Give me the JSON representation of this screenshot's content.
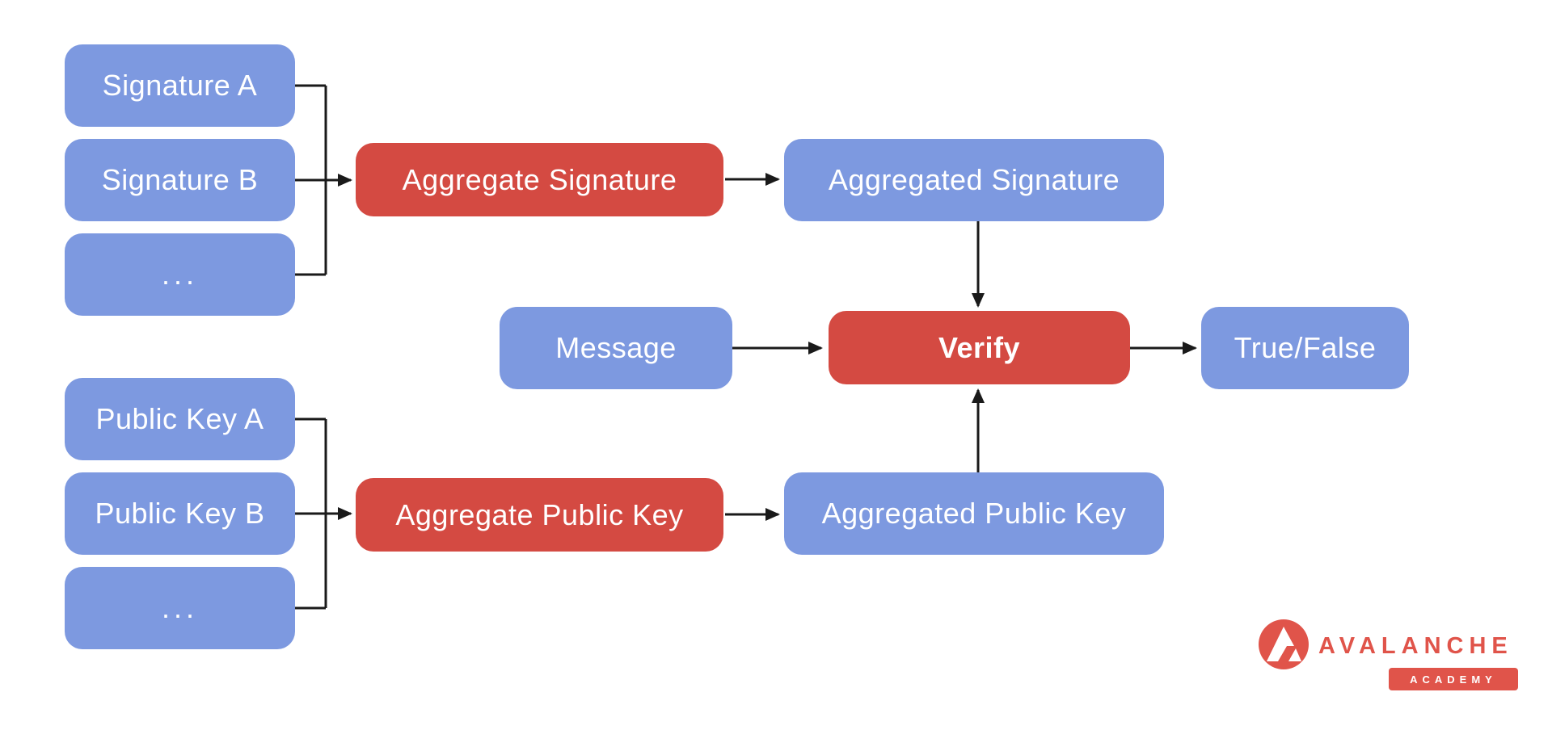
{
  "diagram_type": "flowchart",
  "colors": {
    "data_node_blue": "#7D99E0",
    "operation_node_red": "#D44A42",
    "node_text": "#FFFFFF",
    "connector": "#1A1A1A",
    "background": "#FFFFFF",
    "logo_red": "#E0544A"
  },
  "nodes": {
    "signature_a": {
      "label": "Signature A",
      "kind": "data"
    },
    "signature_b": {
      "label": "Signature B",
      "kind": "data"
    },
    "signature_more": {
      "label": "...",
      "kind": "data"
    },
    "aggregate_signature": {
      "label": "Aggregate Signature",
      "kind": "operation"
    },
    "aggregated_signature": {
      "label": "Aggregated Signature",
      "kind": "data"
    },
    "message": {
      "label": "Message",
      "kind": "data"
    },
    "verify": {
      "label": "Verify",
      "kind": "operation"
    },
    "true_false": {
      "label": "True/False",
      "kind": "data"
    },
    "public_key_a": {
      "label": "Public Key A",
      "kind": "data"
    },
    "public_key_b": {
      "label": "Public Key B",
      "kind": "data"
    },
    "public_key_more": {
      "label": "...",
      "kind": "data"
    },
    "aggregate_public_key": {
      "label": "Aggregate Public Key",
      "kind": "operation"
    },
    "aggregated_public_key": {
      "label": "Aggregated Public Key",
      "kind": "data"
    }
  },
  "edges": [
    {
      "from": "Signature A",
      "to": "Aggregate Signature"
    },
    {
      "from": "Signature B",
      "to": "Aggregate Signature"
    },
    {
      "from": "... (signatures)",
      "to": "Aggregate Signature"
    },
    {
      "from": "Aggregate Signature",
      "to": "Aggregated Signature"
    },
    {
      "from": "Aggregated Signature",
      "to": "Verify"
    },
    {
      "from": "Message",
      "to": "Verify"
    },
    {
      "from": "Public Key A",
      "to": "Aggregate Public Key"
    },
    {
      "from": "Public Key B",
      "to": "Aggregate Public Key"
    },
    {
      "from": "... (public keys)",
      "to": "Aggregate Public Key"
    },
    {
      "from": "Aggregate Public Key",
      "to": "Aggregated Public Key"
    },
    {
      "from": "Aggregated Public Key",
      "to": "Verify"
    },
    {
      "from": "Verify",
      "to": "True/False"
    }
  ],
  "logo": {
    "brand": "AVALANCHE",
    "badge": "ACADEMY"
  }
}
